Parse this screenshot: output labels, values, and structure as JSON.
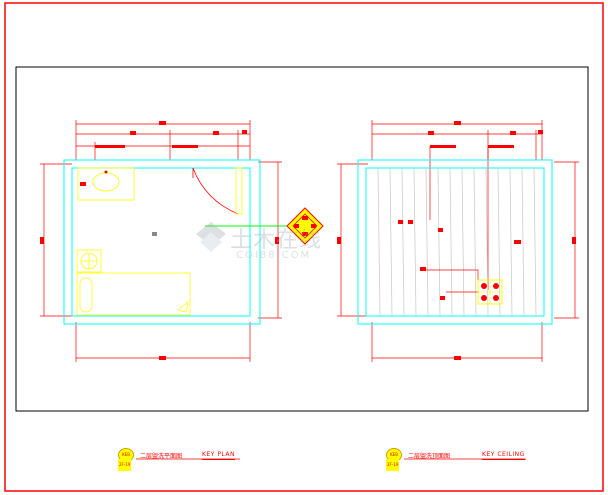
{
  "drawing": {
    "plan": {
      "code": "KEB",
      "sheet": "2F-19",
      "title_cn": "二层盥洗平面图",
      "title_en": "KEY  PLAN"
    },
    "ceiling": {
      "code": "KEB",
      "sheet": "2F-19",
      "title_cn": "二层盥洗顶面图",
      "title_en": "KEY  CEILING"
    }
  },
  "watermark": {
    "text": "土木在线",
    "sub": "COI88.COM"
  },
  "colors": {
    "frame": "#ff0000",
    "border": "#000000",
    "wall": "#00ffff",
    "fixture": "#ffff00",
    "dimension": "#ff0000",
    "leader": "#00ff00"
  }
}
